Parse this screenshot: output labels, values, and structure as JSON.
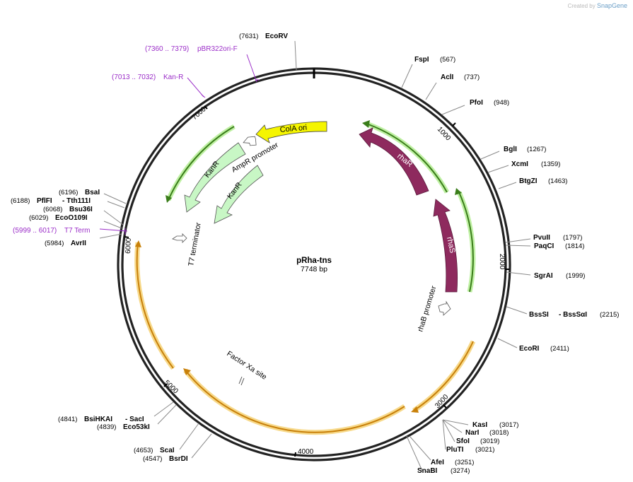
{
  "credit": {
    "prefix": "Created by",
    "brand": "SnapGene"
  },
  "plasmid": {
    "name": "pRha-tns",
    "length_label": "7748 bp"
  },
  "ticks": [
    "1000",
    "2000",
    "3000",
    "4000",
    "5000",
    "6000",
    "7000"
  ],
  "features": {
    "cola_ori": "ColA ori",
    "ampr_promoter": "AmpR promoter",
    "kanr_outer": "KanR",
    "kanr_inner": "KanR",
    "t7_terminator": "T7 terminator",
    "rhaR": "rhaR",
    "rhaS": "rhaS",
    "rhaB_promoter": "rhaB promoter",
    "factor_xa": "Factor Xa site"
  },
  "enzymes": {
    "ecorv": {
      "name": "EcoRV",
      "pos": "(7631)"
    },
    "fspi": {
      "name": "FspI",
      "pos": "(567)"
    },
    "acli": {
      "name": "AclI",
      "pos": "(737)"
    },
    "pfoi": {
      "name": "PfoI",
      "pos": "(948)"
    },
    "bgli": {
      "name": "BglI",
      "pos": "(1267)"
    },
    "xcmi": {
      "name": "XcmI",
      "pos": "(1359)"
    },
    "btgzi": {
      "name": "BtgZI",
      "pos": "(1463)"
    },
    "pvuii": {
      "name": "PvuII",
      "pos": "(1797)"
    },
    "paqci": {
      "name": "PaqCI",
      "pos": "(1814)"
    },
    "sgrai": {
      "name": "SgrAI",
      "pos": "(1999)"
    },
    "bsssi": {
      "name": "BssSI",
      "name2": "- BssSαI",
      "pos": "(2215)"
    },
    "ecori": {
      "name": "EcoRI",
      "pos": "(2411)"
    },
    "kasi": {
      "name": "KasI",
      "pos": "(3017)"
    },
    "nari": {
      "name": "NarI",
      "pos": "(3018)"
    },
    "sfoi": {
      "name": "SfoI",
      "pos": "(3019)"
    },
    "pluti": {
      "name": "PluTI",
      "pos": "(3021)"
    },
    "afei": {
      "name": "AfeI",
      "pos": "(3251)"
    },
    "snabi": {
      "name": "SnaBI",
      "pos": "(3274)"
    },
    "bsrdi": {
      "name": "BsrDI",
      "pos": "(4547)"
    },
    "scai": {
      "name": "ScaI",
      "pos": "(4653)"
    },
    "eco53ki": {
      "name": "Eco53kI",
      "pos": "(4839)"
    },
    "bsihkai": {
      "name": "BsiHKAI",
      "name2": "- SacI",
      "pos": "(4841)"
    },
    "avrii": {
      "name": "AvrII",
      "pos": "(5984)"
    },
    "ecoo109i": {
      "name": "EcoO109I",
      "pos": "(6029)"
    },
    "bsu36i": {
      "name": "Bsu36I",
      "pos": "(6068)"
    },
    "pflfi": {
      "name": "PflFI",
      "name2": "- Tth111I",
      "pos": "(6188)"
    },
    "bsai": {
      "name": "BsaI",
      "pos": "(6196)"
    }
  },
  "primers": {
    "pbr322": {
      "range": "(7360 .. 7379)",
      "name": "pBR322ori-F"
    },
    "kanr": {
      "range": "(7013 .. 7032)",
      "name": "Kan-R"
    },
    "t7term": {
      "range": "(5999 .. 6017)",
      "name": "T7 Term"
    }
  },
  "colors": {
    "backbone": "#222222",
    "cola_ori": "#f5f500",
    "kanr": "#c8f7c5",
    "rha": "#8e2a5e",
    "green_arc": "#3a7d1a",
    "orange_arc": "#c8800a",
    "primer": "#9b2ec8"
  }
}
